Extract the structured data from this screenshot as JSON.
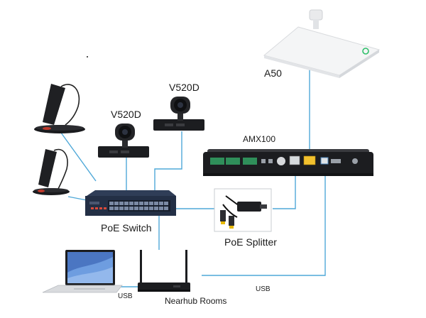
{
  "diagram": {
    "labels": {
      "a50": "A50",
      "v520d_left": "V520D",
      "v520d_right": "V520D",
      "amx100": "AMX100",
      "poe_switch": "PoE Switch",
      "poe_splitter": "PoE Splitter",
      "nearhub_rooms": "Nearhub Rooms",
      "usb_left": "USB",
      "usb_right": "USB"
    },
    "colors": {
      "wire": "#4fa8d8",
      "device_dark": "#1c1d20",
      "device_panel": "#2a2b2e",
      "switch_body": "#232f45",
      "ceiling_mic": "#f4f5f6",
      "status_green": "#2fbf6a",
      "port_yellow": "#f2c12e",
      "port_orange": "#f29a3a",
      "connector_green": "#2f8f5a"
    },
    "icons": [
      "ceiling-microphone-icon",
      "camera-icon",
      "microphone-stand-icon",
      "network-switch-icon",
      "audio-processor-icon",
      "poe-splitter-icon",
      "laptop-icon",
      "router-icon"
    ]
  }
}
